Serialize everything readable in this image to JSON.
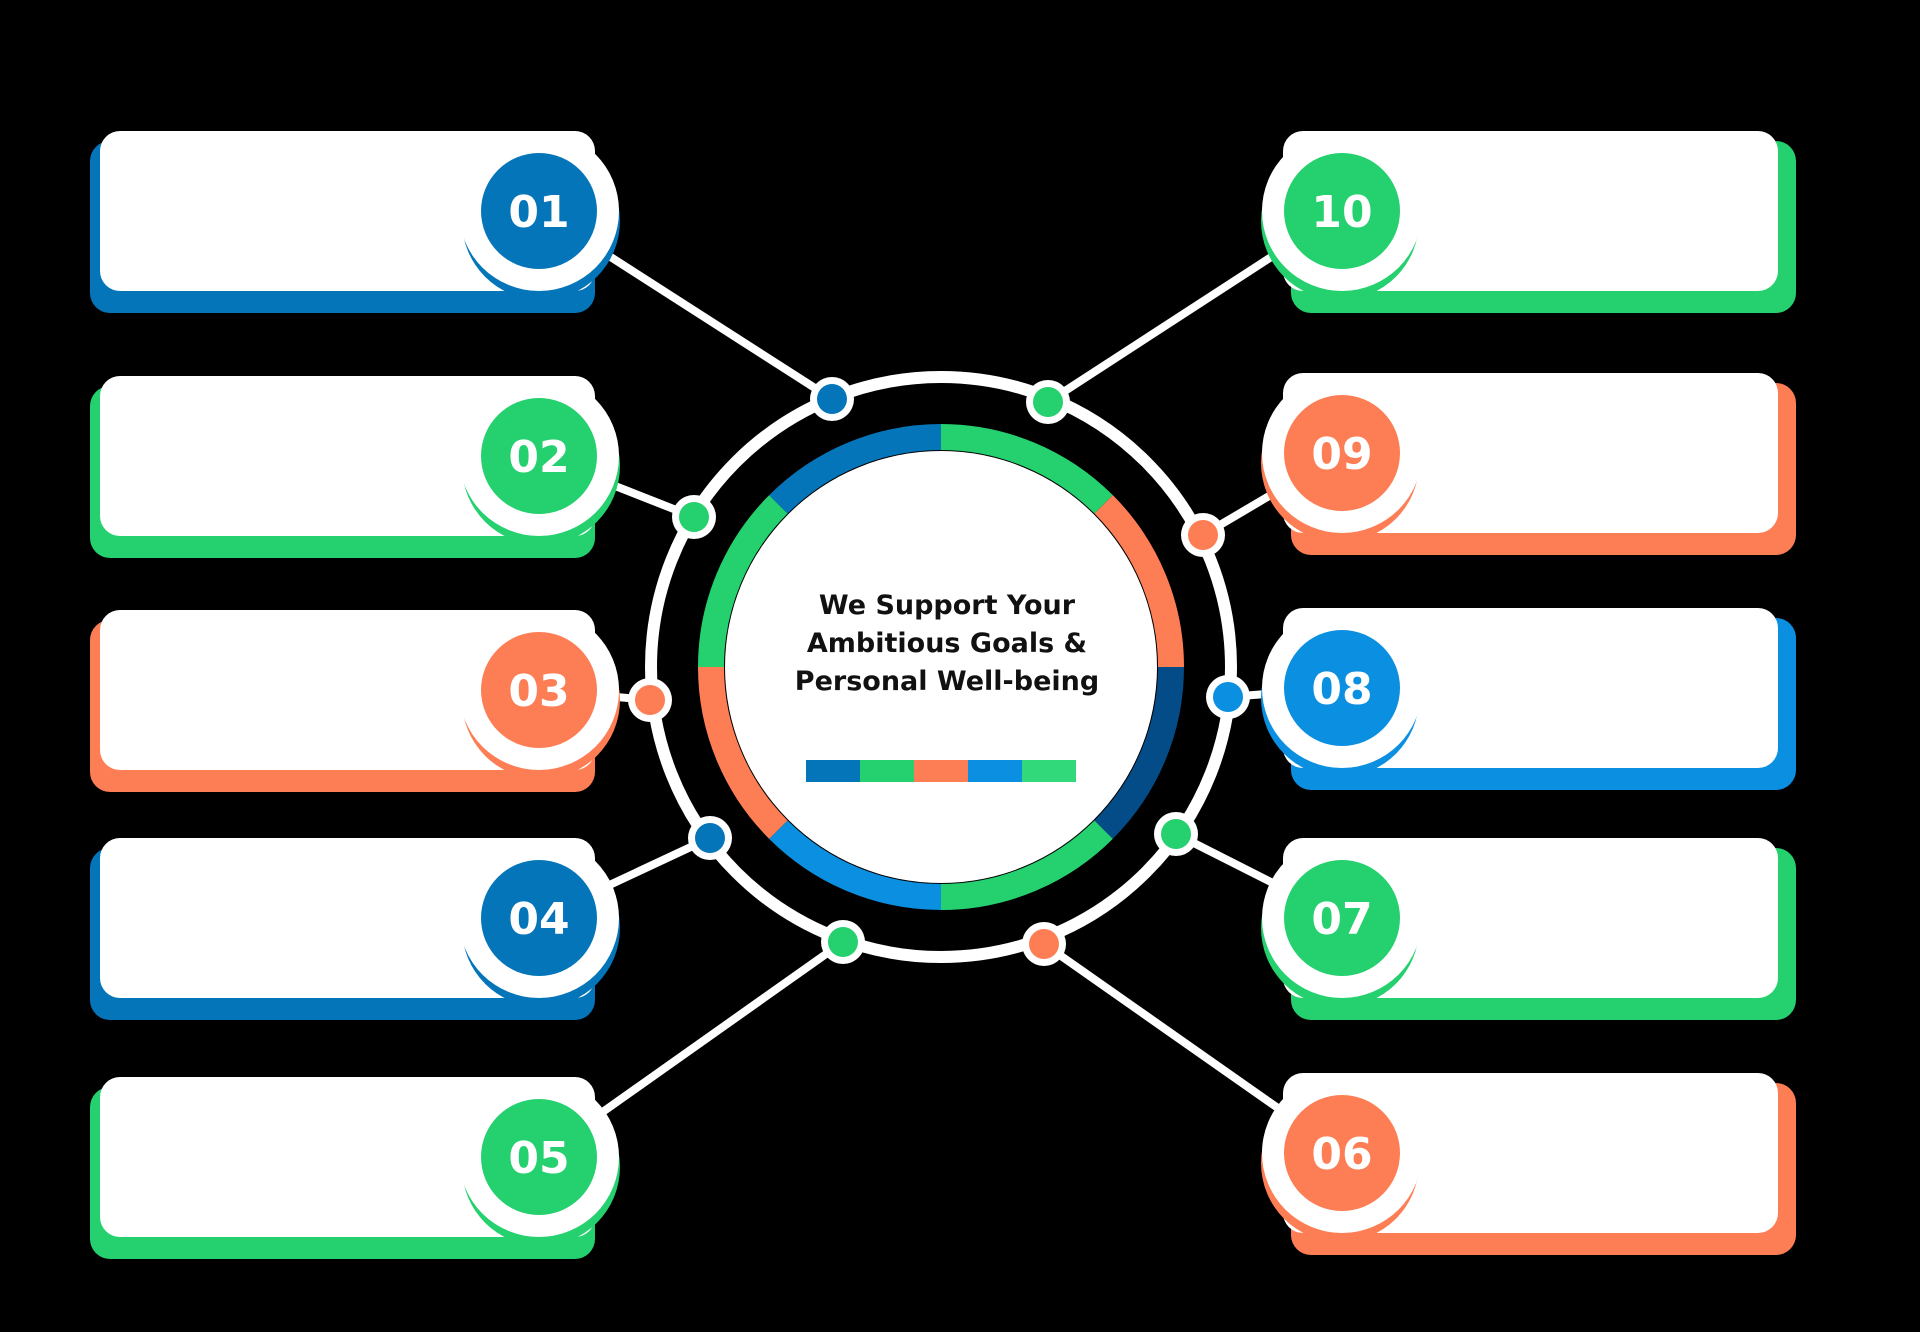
{
  "colors": {
    "background": "#000000",
    "blue": "#0575b9",
    "green": "#25d06f",
    "orange": "#fd7e55",
    "light_blue": "#0b8fe0",
    "dark_blue": "#044c88",
    "white": "#ffffff"
  },
  "center": {
    "title_lines": [
      "We Support Your",
      "Ambitious Goals &",
      "Personal Well-being"
    ],
    "bar_colors": [
      "#0575b9",
      "#25d06f",
      "#fd7e55",
      "#0b8fe0",
      "#32d97b"
    ],
    "ring_colors": [
      "#25d06f",
      "#fd7e55",
      "#044c88",
      "#25d06f",
      "#0b8fe0",
      "#fd7e55",
      "#25d06f",
      "#0575b9"
    ]
  },
  "items": [
    {
      "number": "01",
      "color": "#0575b9",
      "side": "left"
    },
    {
      "number": "02",
      "color": "#25d06f",
      "side": "left"
    },
    {
      "number": "03",
      "color": "#fd7e55",
      "side": "left"
    },
    {
      "number": "04",
      "color": "#0575b9",
      "side": "left"
    },
    {
      "number": "05",
      "color": "#25d06f",
      "side": "left"
    },
    {
      "number": "06",
      "color": "#fd7e55",
      "side": "right"
    },
    {
      "number": "07",
      "color": "#25d06f",
      "side": "right"
    },
    {
      "number": "08",
      "color": "#0b8fe0",
      "side": "right"
    },
    {
      "number": "09",
      "color": "#fd7e55",
      "side": "right"
    },
    {
      "number": "10",
      "color": "#25d06f",
      "side": "right"
    }
  ]
}
